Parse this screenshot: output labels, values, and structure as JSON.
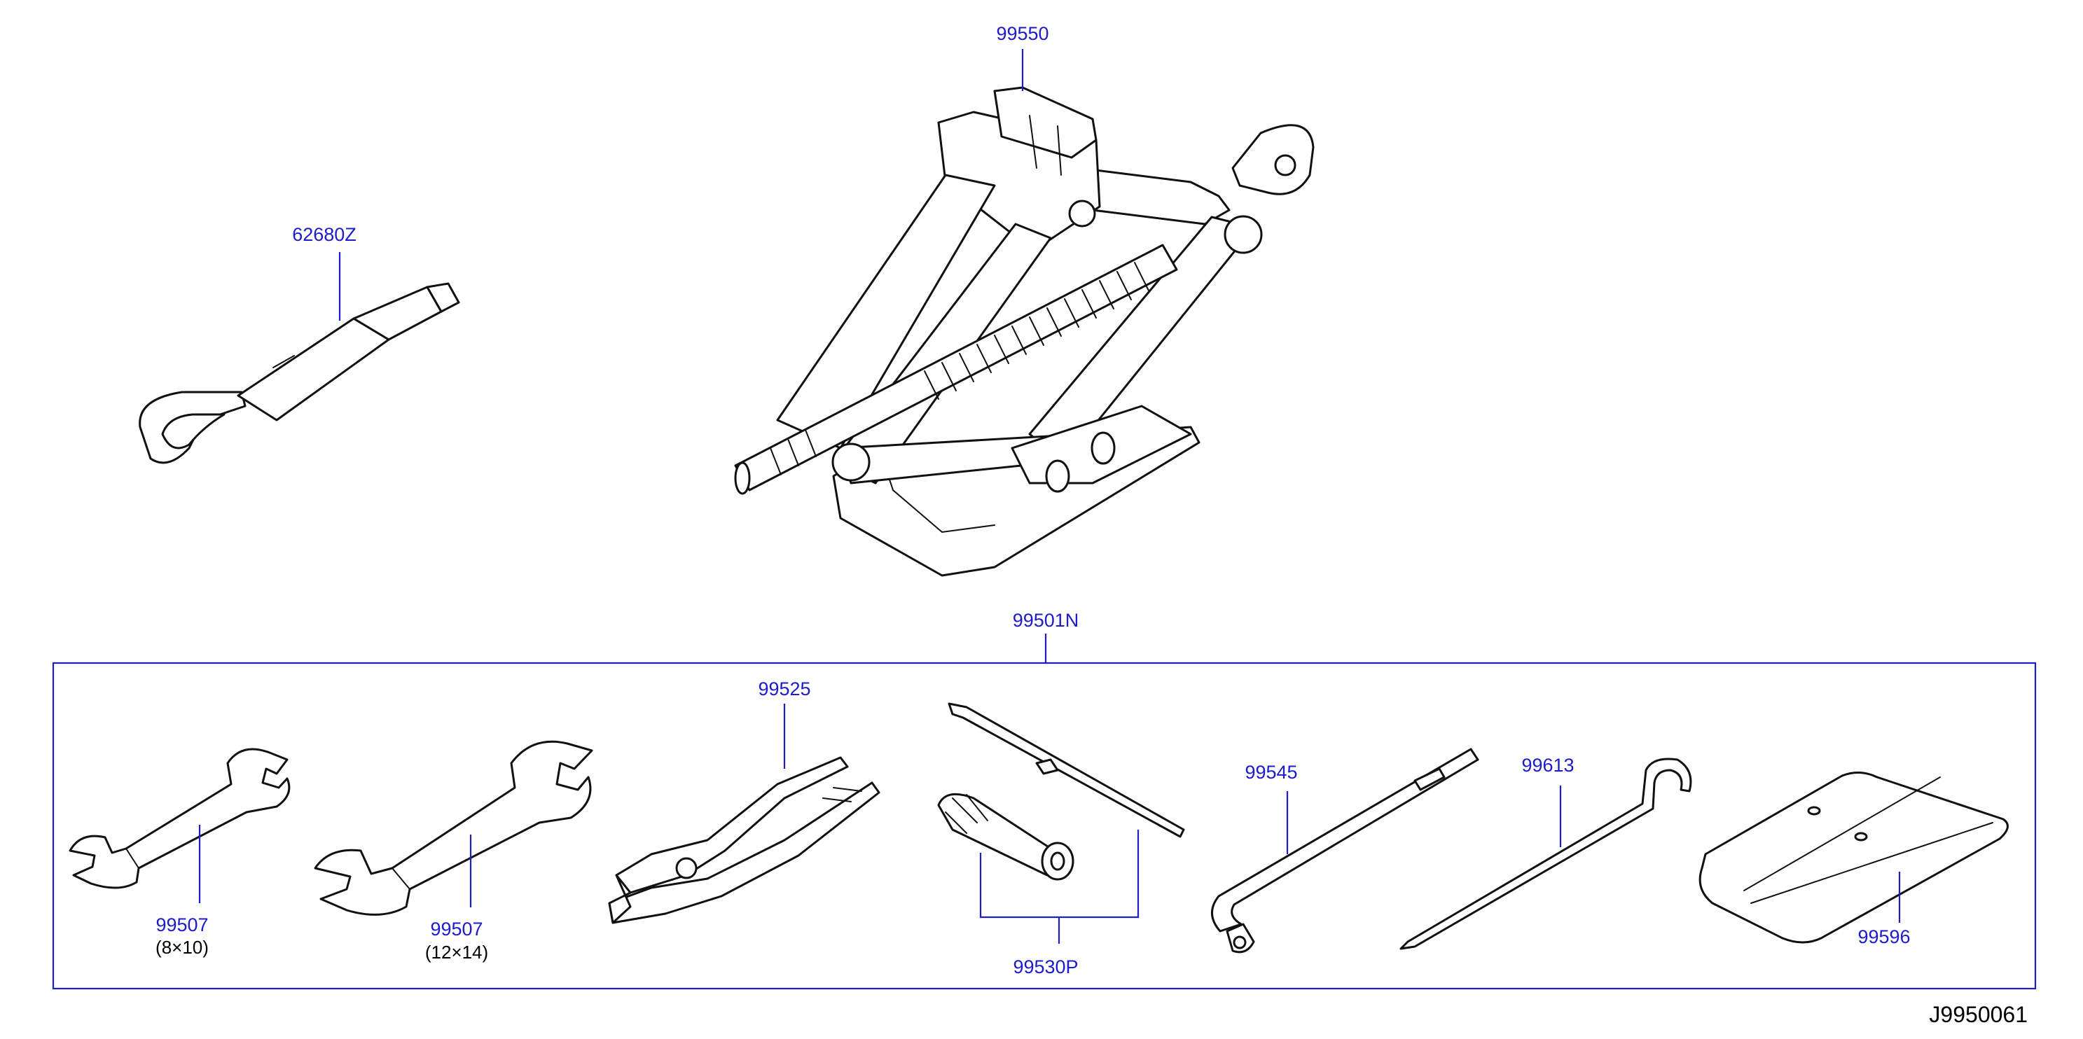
{
  "colors": {
    "callout": "#1c1ccc",
    "line": "#111111",
    "background": "#ffffff"
  },
  "callouts": {
    "jack": "99550",
    "tow_hook": "62680Z",
    "tool_kit": "99501N",
    "pliers": "99525",
    "wrench_small": "99507",
    "wrench_small_size": "(8×10)",
    "wrench_large": "99507",
    "wrench_large_size": "(12×14)",
    "screwdriver_set": "99530P",
    "wheel_wrench": "99545",
    "jack_handle": "99613",
    "tool_bag": "99596"
  },
  "diagram_id": "J9950061"
}
